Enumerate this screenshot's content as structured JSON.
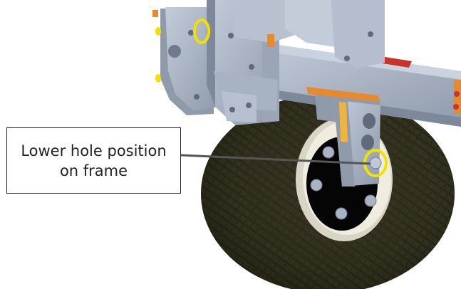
{
  "callout": {
    "line1": "Lower hole position",
    "line2": "on frame"
  },
  "colors": {
    "frame_steel": "#aab5c6",
    "frame_shadow": "#7d889a",
    "tire": "#3c3a24",
    "tire_dark": "#26251a",
    "rim": "#efece0",
    "hub": "#050505",
    "lug_bolt": "#a9b3c4",
    "pin_yellow": "#f2e100",
    "accent_orange": "#e8892c",
    "accent_red": "#c8332c",
    "leader_line": "#555555"
  },
  "icons": [
    "lynch-pin-icon",
    "lug-bolt-icon",
    "callout-leader-line"
  ]
}
